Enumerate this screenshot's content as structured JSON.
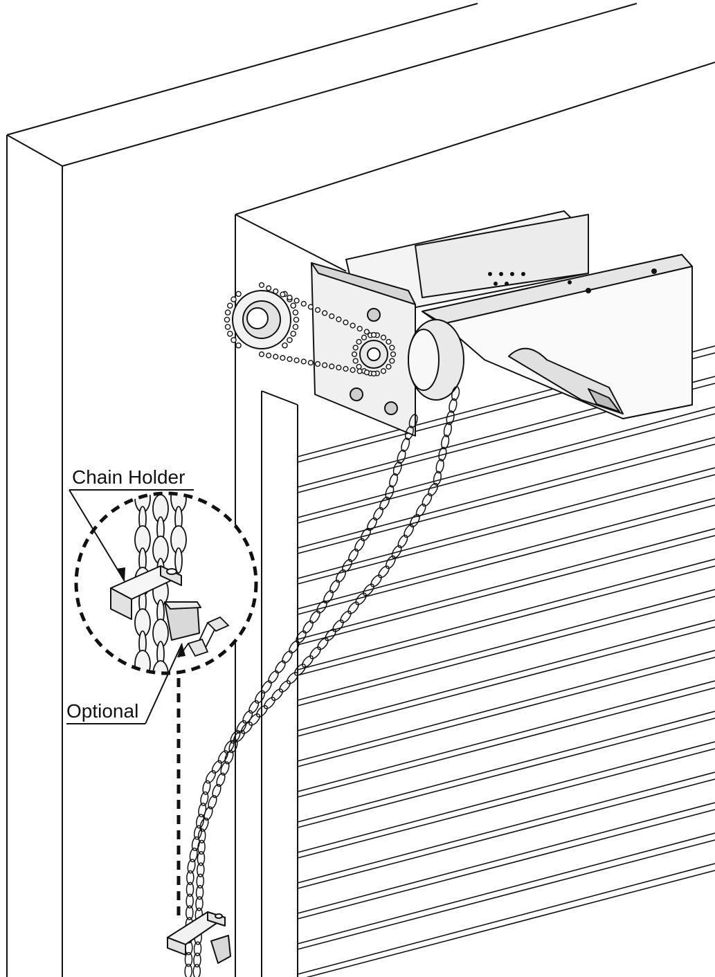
{
  "figure": {
    "callouts": {
      "chain_holder": "Chain Holder",
      "optional": "Optional"
    },
    "detail_view": "magnified detail of chain holder bracket with two mounting screws",
    "colors": {
      "line": "#111111",
      "fill_light": "#f2f2f2",
      "fill_mid": "#d9d9d9",
      "background": "#ffffff"
    },
    "icons": [
      "chain-icon",
      "sprocket-icon",
      "screw-icon",
      "bracket-icon"
    ]
  }
}
